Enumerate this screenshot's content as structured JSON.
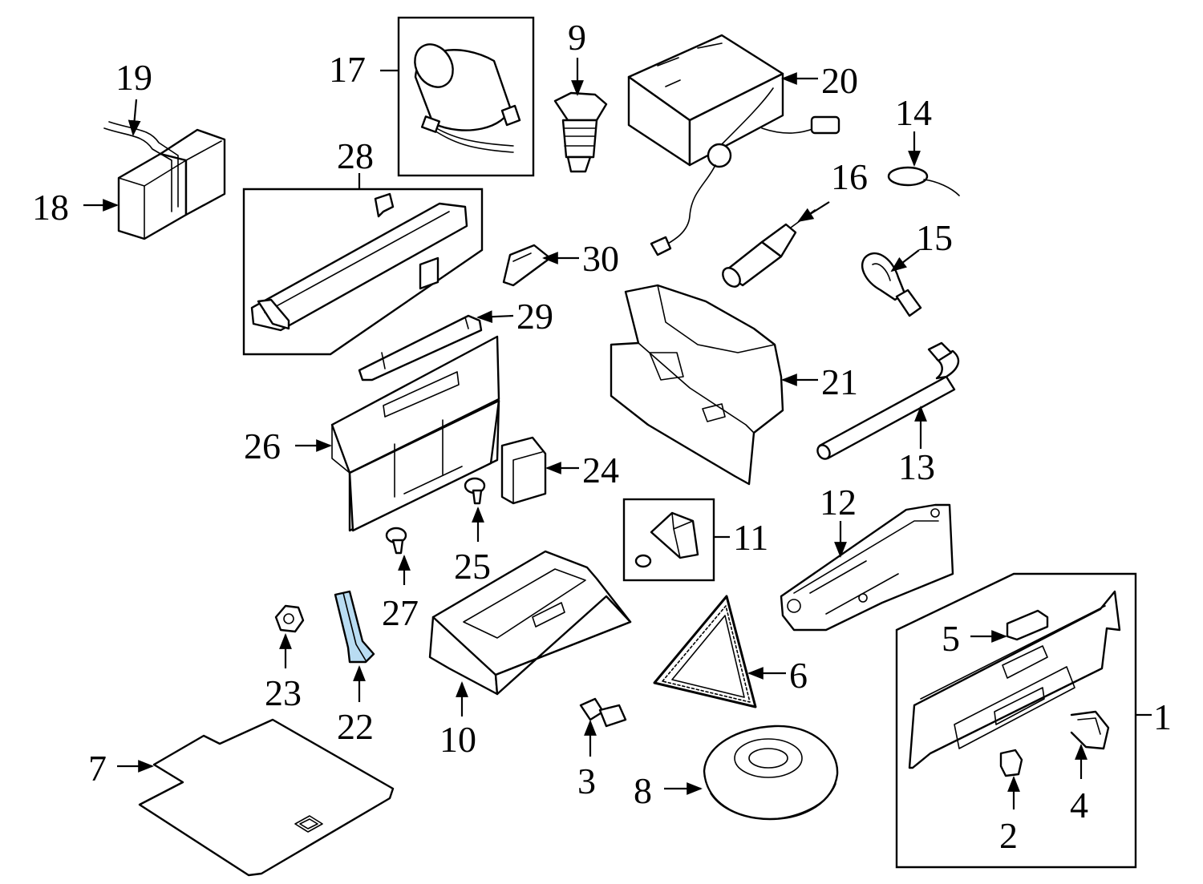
{
  "colors": {
    "line": "#000000",
    "background": "#ffffff",
    "highlight": "#b9dcf2"
  },
  "callouts": {
    "c1": "1",
    "c2": "2",
    "c3": "3",
    "c4": "4",
    "c5": "5",
    "c6": "6",
    "c7": "7",
    "c8": "8",
    "c9": "9",
    "c10": "10",
    "c11": "11",
    "c12": "12",
    "c13": "13",
    "c14": "14",
    "c15": "15",
    "c16": "16",
    "c17": "17",
    "c18": "18",
    "c19": "19",
    "c20": "20",
    "c21": "21",
    "c22": "22",
    "c23": "23",
    "c24": "24",
    "c25": "25",
    "c26": "26",
    "c27": "27",
    "c28": "28",
    "c29": "29",
    "c30": "30"
  },
  "highlighted_part": "22"
}
